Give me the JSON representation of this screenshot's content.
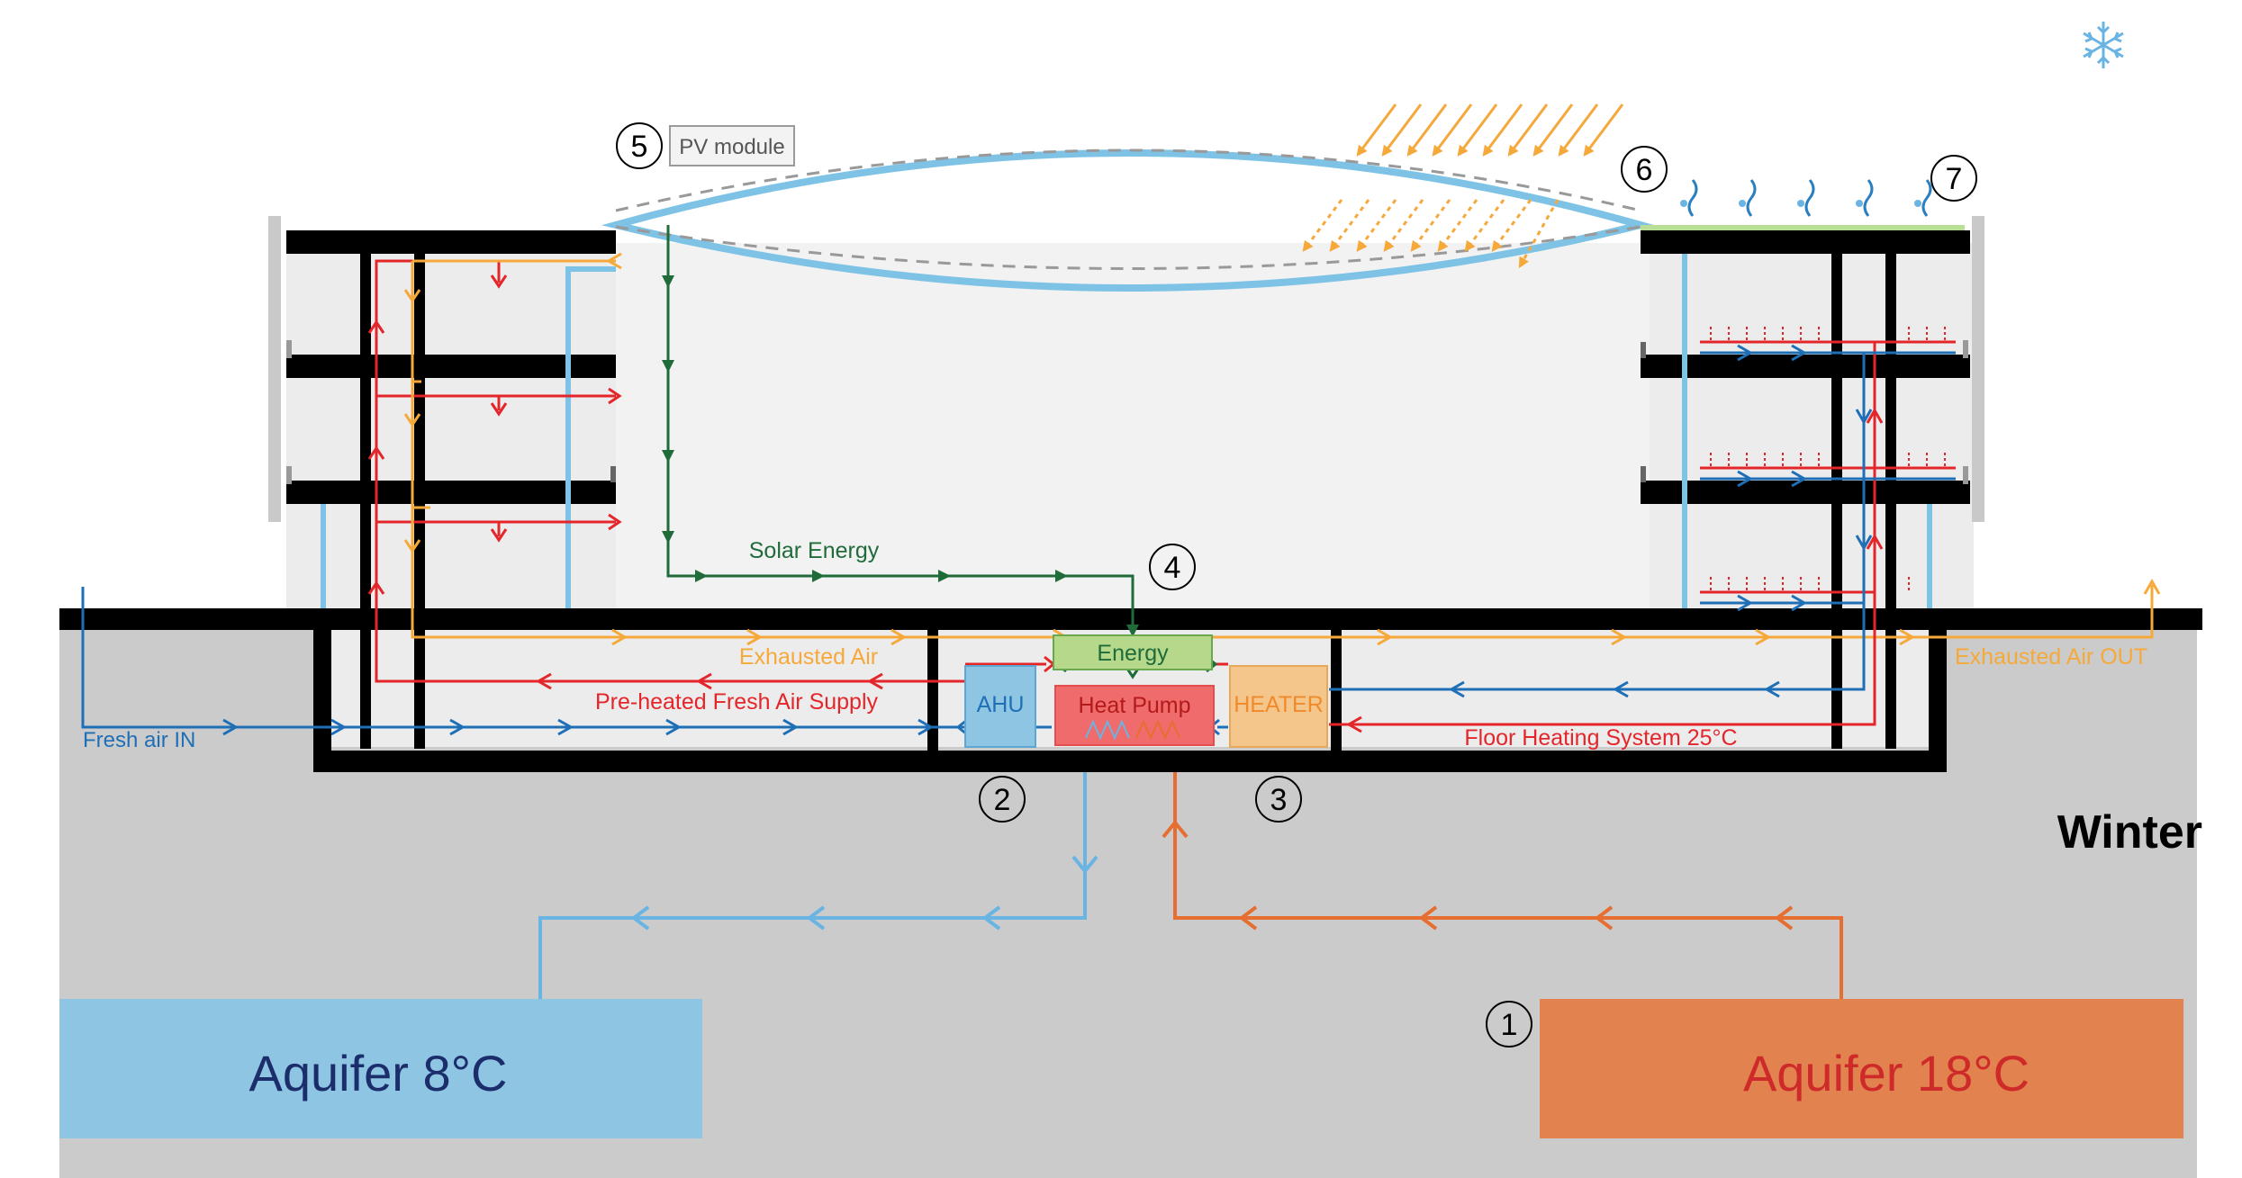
{
  "season": "Winter",
  "pv_module_label": "PV module",
  "markers": [
    "1",
    "2",
    "3",
    "4",
    "5",
    "6",
    "7"
  ],
  "components": {
    "energy": "Energy",
    "ahu": "AHU",
    "heat_pump": "Heat Pump",
    "heater": "HEATER"
  },
  "flows": {
    "solar_energy": "Solar Energy",
    "exhausted_air": "Exhausted Air",
    "exhausted_air_out": "Exhausted Air OUT",
    "preheated_supply": "Pre-heated Fresh Air Supply",
    "fresh_air_in": "Fresh air IN",
    "floor_heating": "Floor Heating System 25°C"
  },
  "aquifers": {
    "cold": "Aquifer 8°C",
    "warm": "Aquifer 18°C"
  },
  "icons": {
    "season_icon": "snowflake-icon"
  },
  "colors": {
    "ground": "#cbcbcb",
    "structure": "#000000",
    "glass": "#7ec3e6",
    "fresh_air": "#1f6fb7",
    "supply": "#e4262b",
    "exhaust": "#f6a93b",
    "solar": "#1f6b3a",
    "cold_pipe": "#6ab4e3",
    "warm_pipe": "#e66e31",
    "cold_aquifer": "#8dc5e3",
    "warm_aquifer": "#e2824f",
    "cold_aquifer_text": "#1c2d6b",
    "warm_aquifer_text": "#cf2a2a",
    "energy_box": "#b5d88a",
    "ahu_box": "#8dc5e3",
    "heat_pump_box": "#f06b6b",
    "heater_box": "#f5c68c"
  }
}
